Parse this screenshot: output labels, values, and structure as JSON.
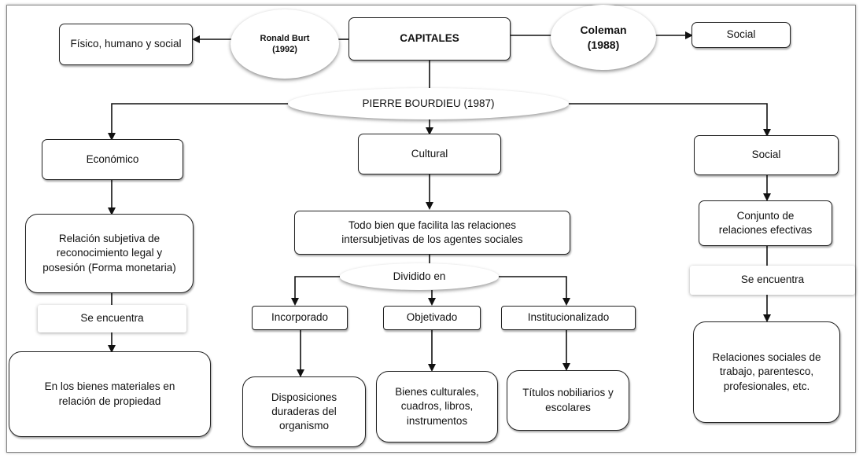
{
  "top": {
    "capitales": "CAPITALES",
    "fisico": "Físico, humano y social",
    "burt": "Ronald Burt (1992)",
    "coleman": "Coleman (1988)",
    "social_top": "Social"
  },
  "bourdieu": "PIERRE BOURDIEU (1987)",
  "economico": {
    "title": "Económico",
    "desc": "Relación subjetiva de reconocimiento legal y posesión (Forma monetaria)",
    "se_encuentra": "Se encuentra",
    "result": "En los bienes materiales en relación de propiedad"
  },
  "cultural": {
    "title": "Cultural",
    "desc": "Todo bien que facilita las relaciones intersubjetivas de los agentes sociales",
    "dividido": "Dividido en",
    "incorporado": "Incorporado",
    "objetivado": "Objetivado",
    "institucionalizado": "Institucionalizado",
    "disposiciones": "Disposiciones duraderas del organismo",
    "bienes": "Bienes culturales, cuadros, libros, instrumentos",
    "titulos": "Títulos nobiliarios y escolares"
  },
  "social": {
    "title": "Social",
    "desc": "Conjunto de relaciones efectivas",
    "se_encuentra": "Se encuentra",
    "result": "Relaciones sociales de trabajo, parentesco, profesionales, etc."
  }
}
